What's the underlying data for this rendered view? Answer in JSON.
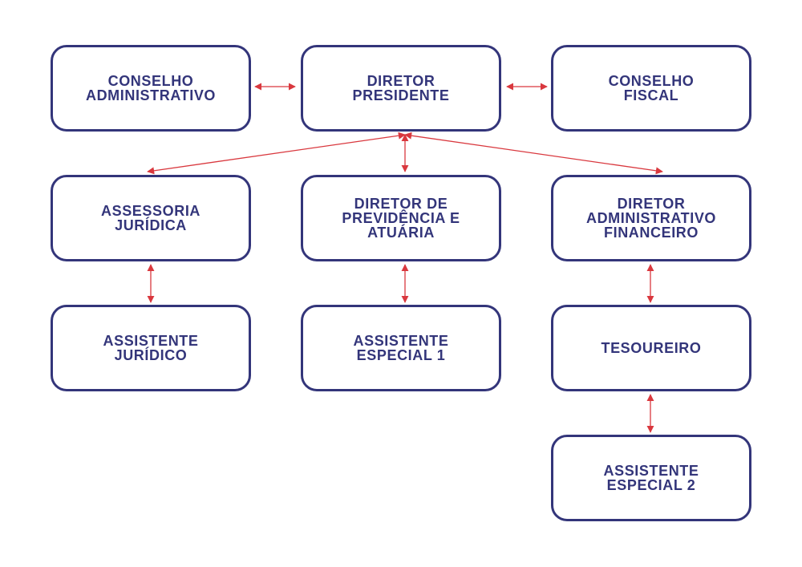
{
  "diagram": {
    "colors": {
      "box_border": "#33357a",
      "text": "#33357a",
      "connector": "#d9383e"
    },
    "nodes": {
      "conselho_administrativo": "CONSELHO\nADMINISTRATIVO",
      "diretor_presidente": "DIRETOR\nPRESIDENTE",
      "conselho_fiscal": "CONSELHO\nFISCAL",
      "assessoria_juridica": "ASSESSORIA\nJURÍDICA",
      "diretor_previdencia": "DIRETOR DE\nPREVIDÊNCIA E\nATUÁRIA",
      "diretor_adm_financeiro": "DIRETOR\nADMINISTRATIVO\nFINANCEIRO",
      "assistente_juridico": "ASSISTENTE\nJURÍDICO",
      "assistente_especial_1": "ASSISTENTE\nESPECIAL 1",
      "tesoureiro": "TESOUREIRO",
      "assistente_especial_2": "ASSISTENTE\nESPECIAL 2"
    },
    "connections": [
      {
        "from": "conselho_administrativo",
        "to": "diretor_presidente",
        "style": "bidirectional"
      },
      {
        "from": "diretor_presidente",
        "to": "conselho_fiscal",
        "style": "bidirectional"
      },
      {
        "from": "diretor_presidente",
        "to": "assessoria_juridica",
        "style": "bidirectional"
      },
      {
        "from": "diretor_presidente",
        "to": "diretor_previdencia",
        "style": "bidirectional"
      },
      {
        "from": "diretor_presidente",
        "to": "diretor_adm_financeiro",
        "style": "bidirectional"
      },
      {
        "from": "assessoria_juridica",
        "to": "assistente_juridico",
        "style": "bidirectional"
      },
      {
        "from": "diretor_previdencia",
        "to": "assistente_especial_1",
        "style": "bidirectional"
      },
      {
        "from": "diretor_adm_financeiro",
        "to": "tesoureiro",
        "style": "bidirectional"
      },
      {
        "from": "tesoureiro",
        "to": "assistente_especial_2",
        "style": "bidirectional"
      }
    ]
  }
}
